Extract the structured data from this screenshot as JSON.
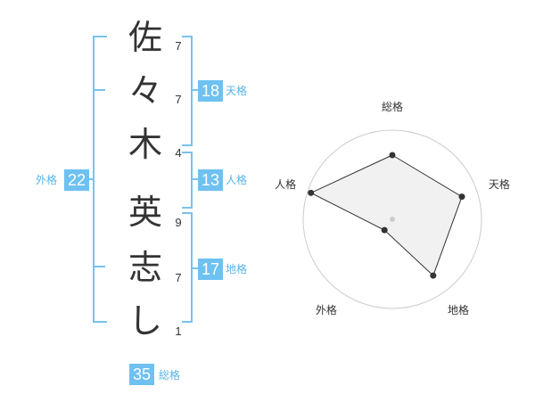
{
  "name_chars": [
    {
      "char": "佐",
      "strokes": "7"
    },
    {
      "char": "々",
      "strokes": "7"
    },
    {
      "char": "木",
      "strokes": "4"
    },
    {
      "char": "英",
      "strokes": "9"
    },
    {
      "char": "志",
      "strokes": "7"
    },
    {
      "char": "し",
      "strokes": "1"
    }
  ],
  "fortunes": {
    "tenkaku": {
      "value": "18",
      "label": "天格"
    },
    "jinkaku": {
      "value": "13",
      "label": "人格"
    },
    "chikaku": {
      "value": "17",
      "label": "地格"
    },
    "gaikaku": {
      "value": "22",
      "label": "外格"
    },
    "soukaku": {
      "value": "35",
      "label": "総格"
    }
  },
  "chart_data": {
    "type": "radar",
    "axes": [
      "総格",
      "天格",
      "地格",
      "外格",
      "人格"
    ],
    "values": [
      0.72,
      0.82,
      0.78,
      0.15,
      0.96
    ],
    "max": 1,
    "rings": 4,
    "colors": {
      "fill": "#eeeeee",
      "stroke": "#333333",
      "ring": "#cccccc",
      "accent": "#6ec1f0"
    }
  }
}
